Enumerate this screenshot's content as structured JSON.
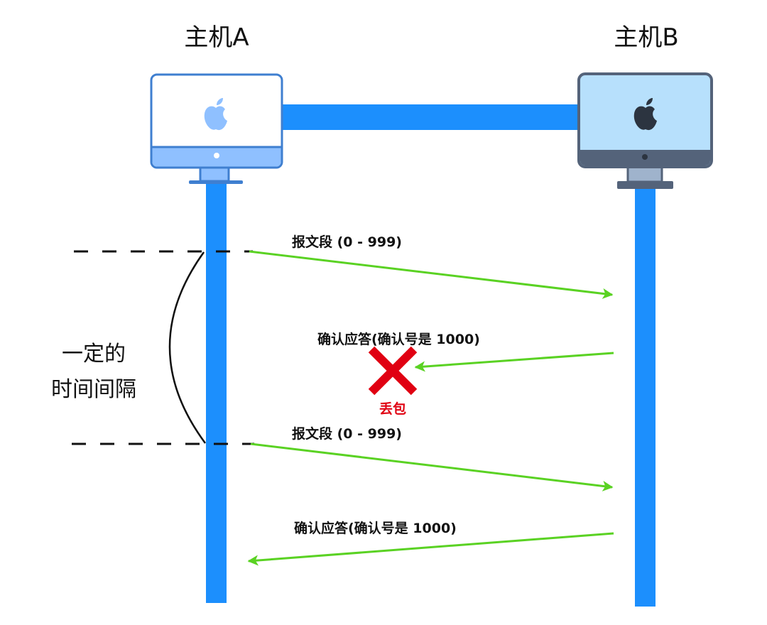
{
  "hosts": [
    {
      "id": "A",
      "label": "主机A",
      "icon": "apple-logo-icon",
      "screen_color": "#ffffff",
      "frame_color": "#3f7fd0",
      "chin_color": "#8fc0ff",
      "logo_color": "#8fc0ff"
    },
    {
      "id": "B",
      "label": "主机B",
      "icon": "apple-logo-icon",
      "screen_color": "#b7e0fc",
      "frame_color": "#54637a",
      "chin_color": "#54637a",
      "logo_color": "#2c3440"
    }
  ],
  "colors": {
    "timeline": "#1c8ffd",
    "arrow": "#5ad223",
    "loss": "#e00012",
    "dashed": "#111111"
  },
  "messages": [
    {
      "label": "报文段 (0 - 999)",
      "from": "A",
      "to": "B",
      "lost": false
    },
    {
      "label": "确认应答(确认号是 1000)",
      "from": "B",
      "to": "A",
      "lost": true
    },
    {
      "label": "报文段 (0 - 999)",
      "from": "A",
      "to": "B",
      "lost": false
    },
    {
      "label": "确认应答(确认号是 1000)",
      "from": "B",
      "to": "A",
      "lost": false
    }
  ],
  "loss": {
    "label": "丢包",
    "icon": "cross-icon"
  },
  "interval": {
    "line1": "一定的",
    "line2": "时间间隔"
  }
}
